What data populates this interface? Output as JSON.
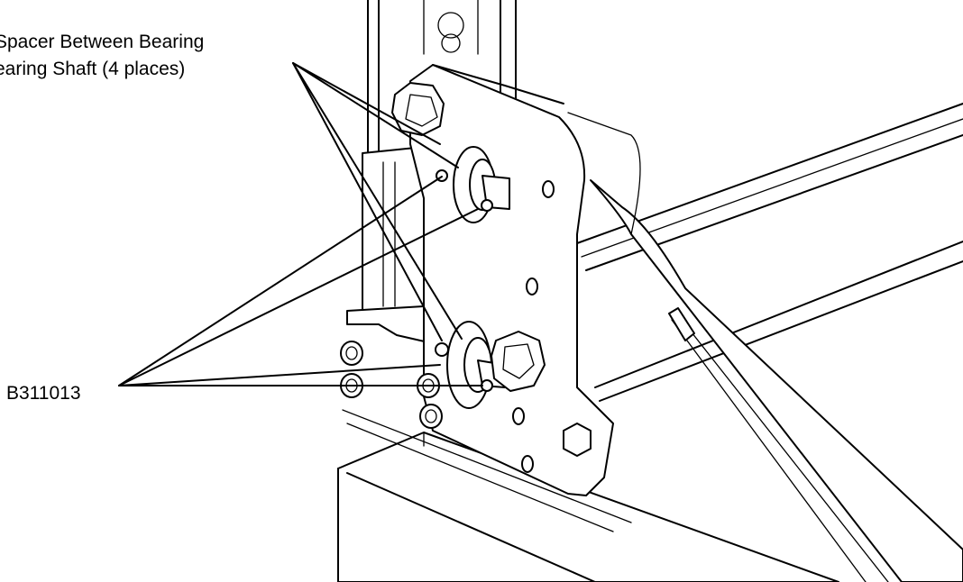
{
  "callouts": {
    "spacer": {
      "line1": "Spacer Between Bearing",
      "line2": "earing Shaft (4 places)"
    },
    "part_number": "B311013"
  }
}
